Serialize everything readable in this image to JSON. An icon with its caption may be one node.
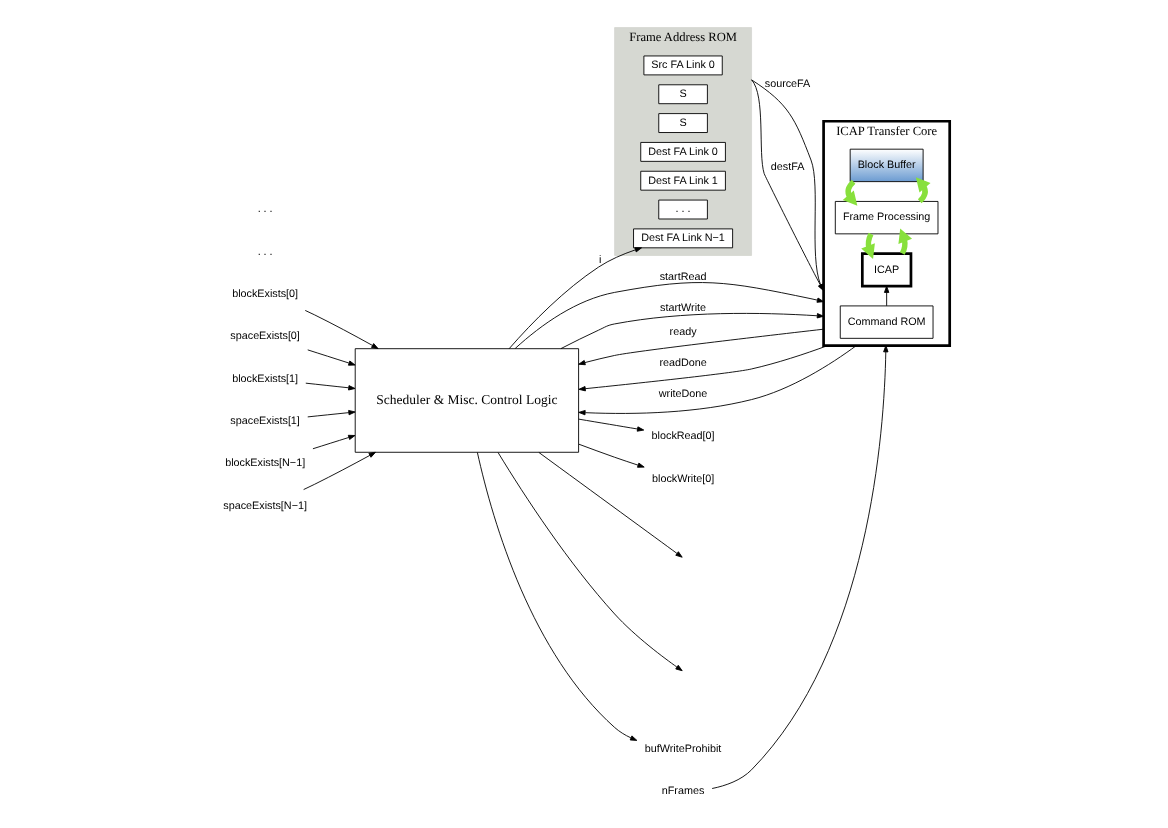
{
  "diagram": {
    "nodes": [
      {
        "text": [
          "Frame Address ROM"
        ]
      },
      {
        "text": [
          "Src FA Link 0"
        ],
        "in": 0
      },
      {
        "text": [
          "S"
        ],
        "in": 0
      },
      {
        "text": [
          "S"
        ],
        "in": 0
      },
      {
        "text": [
          "Dest FA Link 0"
        ],
        "in": 0
      },
      {
        "text": [
          "Dest FA Link 1"
        ],
        "in": 0
      },
      {
        "text": [
          ". . ."
        ],
        "in": 0
      },
      {
        "text": [
          "Dest FA Link N−1"
        ],
        "in": 0
      },
      {
        "text": [
          "Scheduler & Misc. Control Logic"
        ]
      },
      {
        "text": [
          "ICAP Transfer Core"
        ]
      },
      {
        "text": [
          "Command ROM"
        ],
        "in": 9
      },
      {
        "text": [
          "ICAP"
        ],
        "in": 9
      },
      {
        "text": [
          "Frame Processing"
        ],
        "in": 9
      },
      {
        "text": [
          "Block Buffer"
        ],
        "in": 9
      },
      {
        "text": [
          "blockExists[0]"
        ]
      },
      {
        "text": [
          "spaceExists[0]"
        ]
      },
      {
        "text": [
          "blockExists[1]"
        ]
      },
      {
        "text": [
          "spaceExists[1]"
        ]
      },
      {
        "text": [
          "blockExists[N−1]"
        ]
      },
      {
        "text": [
          "spaceExists[N−1]"
        ]
      },
      {
        "text": [
          "blockRead[0]"
        ]
      },
      {
        "text": [
          "blockWrite[0]"
        ]
      },
      {
        "text": [
          "bufWriteProhibit"
        ]
      },
      {
        "text": [
          "nFrames"
        ]
      }
    ],
    "edges": [
      {
        "from": 0,
        "to": 9,
        "arrow": "to",
        "label": "sourceFA"
      },
      {
        "from": 0,
        "to": 9,
        "arrow": "to",
        "label": "destFA"
      },
      {
        "from": 23,
        "to": 9,
        "arrow": "to"
      },
      {
        "from": 8,
        "to": 7,
        "arrow": "to",
        "label": "i"
      },
      {
        "from": 14,
        "to": 8,
        "arrow": "to"
      },
      {
        "from": 15,
        "to": 8,
        "arrow": "to"
      },
      {
        "from": 16,
        "to": 8,
        "arrow": "to"
      },
      {
        "from": 17,
        "to": 8,
        "arrow": "to"
      },
      {
        "from": 18,
        "to": 8,
        "arrow": "to"
      },
      {
        "from": 19,
        "to": 8,
        "arrow": "to"
      },
      {
        "from": 8,
        "to": 9,
        "arrow": "to",
        "label": "startRead"
      },
      {
        "from": 8,
        "to": 9,
        "arrow": "to",
        "label": "startWrite"
      },
      {
        "from": 9,
        "to": 8,
        "arrow": "to",
        "label": "ready"
      },
      {
        "from": 9,
        "to": 8,
        "arrow": "to",
        "label": "readDone"
      },
      {
        "from": 9,
        "to": 8,
        "arrow": "to",
        "label": "writeDone"
      },
      {
        "from": 10,
        "to": 11,
        "arrow": "to"
      },
      {
        "from": 11,
        "to": 12,
        "arrow": "to",
        "style": "thick",
        "color": "#88e03c"
      },
      {
        "from": 12,
        "to": 11,
        "arrow": "to",
        "style": "thick",
        "color": "#88e03c"
      },
      {
        "from": 12,
        "to": 13,
        "arrow": "to",
        "style": "thick",
        "color": "#88e03c"
      },
      {
        "from": 13,
        "to": 12,
        "arrow": "to",
        "style": "thick",
        "color": "#88e03c"
      },
      {
        "from": 8,
        "to": 20,
        "arrow": "to"
      },
      {
        "from": 8,
        "to": 21,
        "arrow": "to"
      },
      {
        "from": 8,
        "to": null,
        "arrow": "to"
      },
      {
        "from": 8,
        "to": null,
        "arrow": "to"
      },
      {
        "from": 8,
        "to": 22,
        "arrow": "to"
      }
    ],
    "labels": [
      ". . .",
      ". . ."
    ]
  }
}
